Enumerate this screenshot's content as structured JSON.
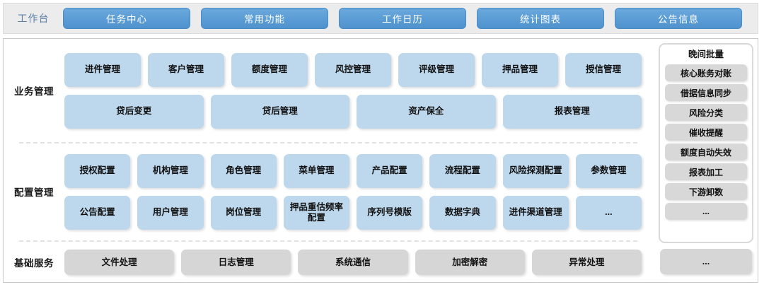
{
  "topbar": {
    "label": "工作台",
    "tabs": [
      {
        "label": "任务中心"
      },
      {
        "label": "常用功能"
      },
      {
        "label": "工作日历"
      },
      {
        "label": "统计图表"
      },
      {
        "label": "公告信息"
      }
    ]
  },
  "sections": {
    "business": {
      "label": "业务管理",
      "row1": [
        {
          "label": "进件管理"
        },
        {
          "label": "客户管理"
        },
        {
          "label": "额度管理"
        },
        {
          "label": "风控管理"
        },
        {
          "label": "评级管理"
        },
        {
          "label": "押品管理"
        },
        {
          "label": "授信管理"
        }
      ],
      "row2": [
        {
          "label": "贷后变更"
        },
        {
          "label": "贷后管理"
        },
        {
          "label": "资产保全"
        },
        {
          "label": "报表管理"
        }
      ]
    },
    "config": {
      "label": "配置管理",
      "row1": [
        {
          "label": "授权配置"
        },
        {
          "label": "机构管理"
        },
        {
          "label": "角色管理"
        },
        {
          "label": "菜单管理"
        },
        {
          "label": "产品配置"
        },
        {
          "label": "流程配置"
        },
        {
          "label": "风险探测配置"
        },
        {
          "label": "参数管理"
        }
      ],
      "row2": [
        {
          "label": "公告配置"
        },
        {
          "label": "用户管理"
        },
        {
          "label": "岗位管理"
        },
        {
          "label": "押品重估频率配置"
        },
        {
          "label": "序列号模版"
        },
        {
          "label": "数据字典"
        },
        {
          "label": "进件渠道管理"
        },
        {
          "label": "..."
        }
      ]
    },
    "base": {
      "label": "基础服务",
      "row1": [
        {
          "label": "文件处理"
        },
        {
          "label": "日志管理"
        },
        {
          "label": "系统通信"
        },
        {
          "label": "加密解密"
        },
        {
          "label": "异常处理"
        }
      ]
    }
  },
  "side": {
    "title": "晚间批量",
    "items": [
      {
        "label": "核心账务对账"
      },
      {
        "label": "借据信息同步"
      },
      {
        "label": "风险分类"
      },
      {
        "label": "催收提醒"
      },
      {
        "label": "额度自动失效"
      },
      {
        "label": "报表加工"
      },
      {
        "label": "下游卸数"
      },
      {
        "label": "..."
      }
    ],
    "extra": {
      "label": "..."
    }
  },
  "colors": {
    "accent_blue": "#5d9ed6",
    "card_blue": "#bdd7ec",
    "card_gray": "#d6d6d6",
    "topbar_bg": "#ececec"
  }
}
